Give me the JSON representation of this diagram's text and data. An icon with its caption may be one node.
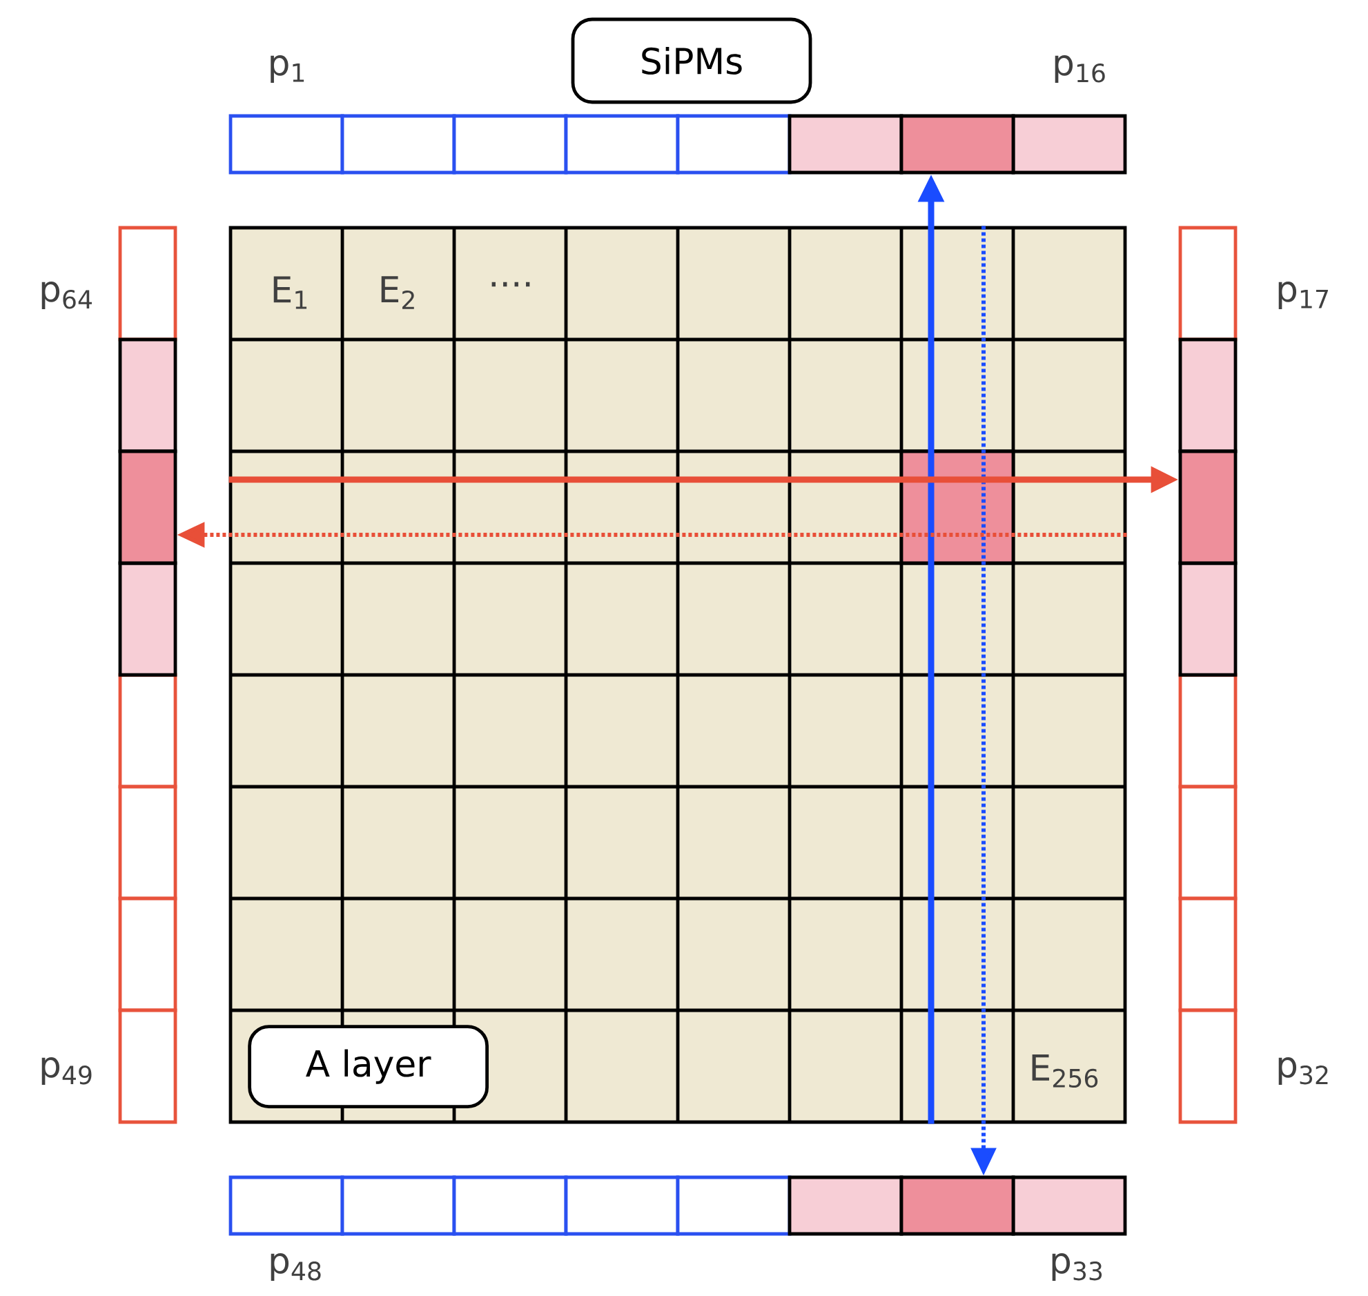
{
  "diagram": {
    "nodes": [
      {
        "text": [
          "SiPMs"
        ]
      },
      {
        "text": [],
        "shape": "box"
      },
      {
        "text": [],
        "shape": "box"
      },
      {
        "text": [],
        "shape": "box"
      },
      {
        "text": [
          "A layer"
        ],
        "in": 3
      },
      {
        "text": [],
        "shape": "box"
      },
      {
        "text": [],
        "shape": "box"
      }
    ],
    "edges": [
      {
        "from": 3,
        "to": 1,
        "arrow": "to",
        "color": "#1a4cff"
      },
      {
        "from": 3,
        "to": 6,
        "arrow": "to",
        "style": "dashed",
        "color": "#1a4cff"
      },
      {
        "from": 3,
        "to": 5,
        "arrow": "to",
        "color": "#e84f38"
      },
      {
        "from": 3,
        "to": 2,
        "arrow": "to",
        "style": "dashed",
        "color": "#e84f38"
      }
    ],
    "labels": [
      "p$_{1}$",
      "p$_{16}$",
      "p$_{64}$",
      "E$_{1}$",
      "E$_{2}$",
      "....",
      "p$_{17}$",
      "p$_{49}$",
      "E$_{256}$",
      "p$_{32}$",
      "p$_{48}$",
      "p$_{33}$"
    ]
  }
}
